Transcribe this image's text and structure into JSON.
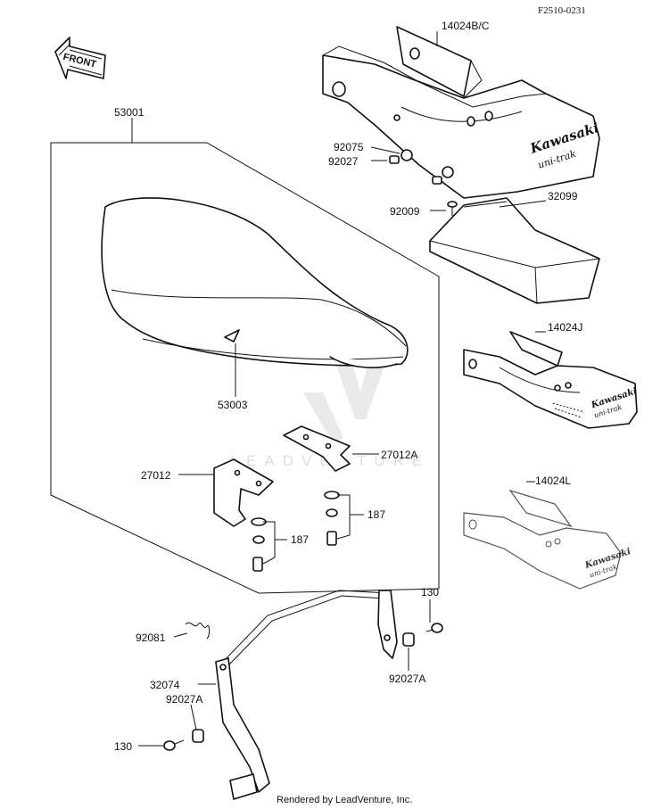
{
  "diagram_code": "F2510-0231",
  "front_arrow_label": "FRONT",
  "watermark_text": "LEADVENTURE",
  "footer_text": "Rendered by LeadVenture, Inc.",
  "brand": {
    "name": "Kawasaki",
    "sub": "uni-trak"
  },
  "parts": {
    "p14024bc": "14024B/C",
    "p53001": "53001",
    "p92075": "92075",
    "p92027": "92027",
    "p92009": "92009",
    "p32099": "32099",
    "p14024j": "14024J",
    "p53003": "53003",
    "p27012a": "27012A",
    "p27012": "27012",
    "p187a": "187",
    "p187b": "187",
    "p14024l": "14024L",
    "p130a": "130",
    "p92081": "92081",
    "p32074": "32074",
    "p92027a_low": "92027A",
    "p92027a_right": "92027A",
    "p130b": "130"
  }
}
